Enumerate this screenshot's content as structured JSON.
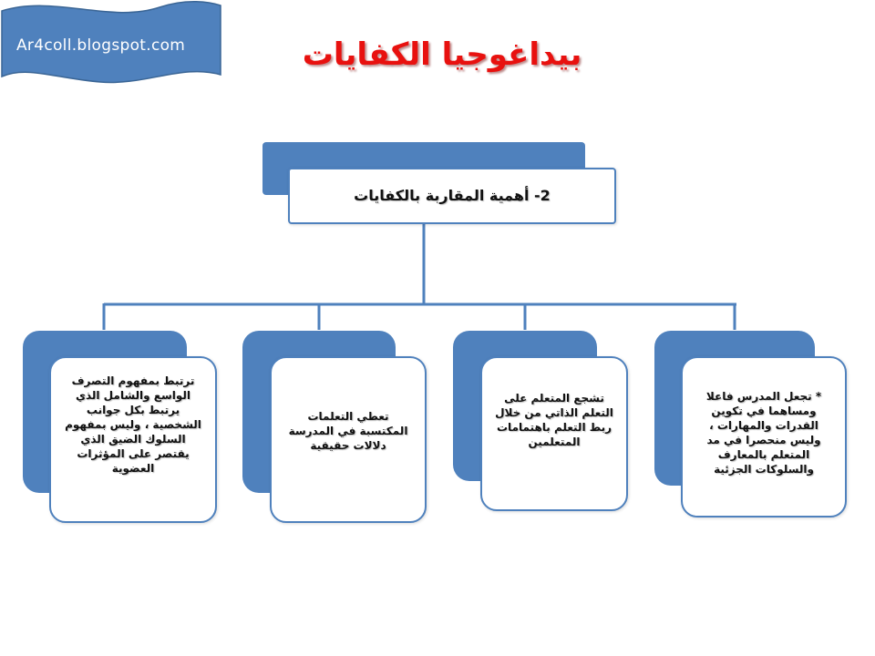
{
  "banner": {
    "label": "Ar4coll.blogspot.com"
  },
  "title": "بيداغوجيا الكفايات",
  "diagram": {
    "root": {
      "label": "2- أهمية المقاربة بالكفايات"
    },
    "children": [
      {
        "label": "* تجعل المدرس فاعلا ومساهما في تكوين القدرات والمهارات ، وليس منحصرا في مد المتعلم بالمعارف والسلوكات الجزئية"
      },
      {
        "label": "تشجع المتعلم على التعلم الذاتي من خلال ربط التعلم باهتمامات المتعلمين"
      },
      {
        "label": "تعطي التعلمات المكتسبة في المدرسة دلالات حقيقية"
      },
      {
        "label": "ترتبط بمفهوم التصرف الواسع والشامل الذي يرتبط بكل جوانب الشخصية ، وليس بمفهوم السلوك الضيق الذي يقتصر على المؤثرات العضوية"
      }
    ]
  },
  "colors": {
    "accent": "#4f81bd",
    "title": "#e8110f",
    "banner": "#4f81bd"
  }
}
